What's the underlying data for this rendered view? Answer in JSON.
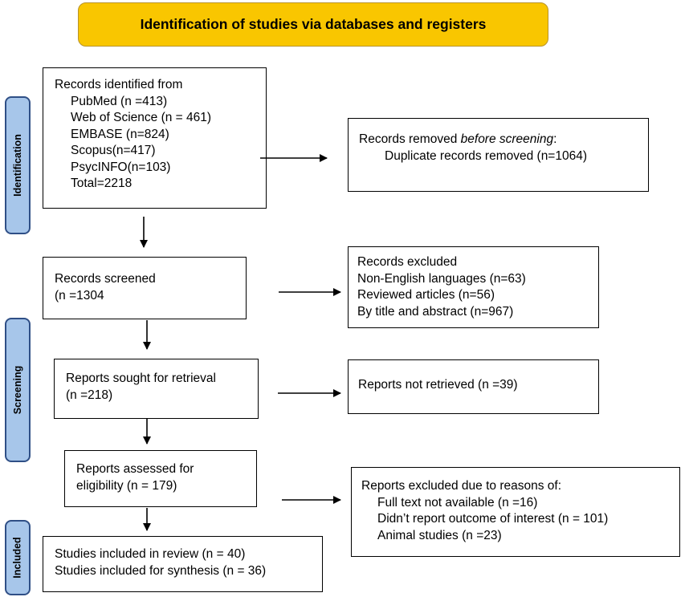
{
  "header": {
    "title": "Identification of studies via databases and registers"
  },
  "phases": {
    "identification": "Identification",
    "screening": "Screening",
    "included": "Included"
  },
  "identified": {
    "heading": "Records identified from",
    "sources": [
      "PubMed (n =413)",
      "Web of Science (n = 461)",
      "EMBASE (n=824)",
      "Scopus(n=417)",
      "PsycINFO(n=103)"
    ],
    "total": "Total=2218"
  },
  "removed": {
    "heading_prefix": "Records removed ",
    "heading_emphasis": "before screening",
    "heading_suffix": ":",
    "item": "Duplicate records removed (n=1064)"
  },
  "screened": {
    "line1": "Records screened",
    "line2": "(n =1304"
  },
  "excluded": {
    "heading": "Records excluded",
    "items": [
      "Non-English languages (n=63)",
      "Reviewed articles (n=56)",
      "By title and abstract (n=967)"
    ]
  },
  "sought": {
    "line1": "Reports sought for retrieval",
    "line2": "(n =218)"
  },
  "not_retrieved": {
    "text": "Reports not retrieved (n =39)"
  },
  "assessed": {
    "line1": "Reports assessed for",
    "line2": "eligibility (n = 179)"
  },
  "reports_excluded": {
    "heading": "Reports excluded due to reasons of:",
    "items": [
      "Full text not available (n =16)",
      "Didn’t report outcome of interest (n = 101)",
      "Animal studies (n =23)"
    ]
  },
  "included": {
    "items": [
      "Studies included in review (n = 40)",
      "Studies included for synthesis (n = 36)"
    ]
  }
}
